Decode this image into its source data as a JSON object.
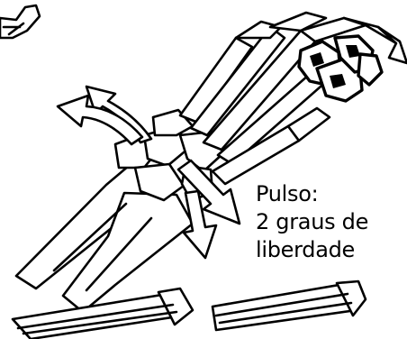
{
  "caption": {
    "lines": [
      "Pulso:",
      "2 graus de",
      "liberdade"
    ]
  }
}
